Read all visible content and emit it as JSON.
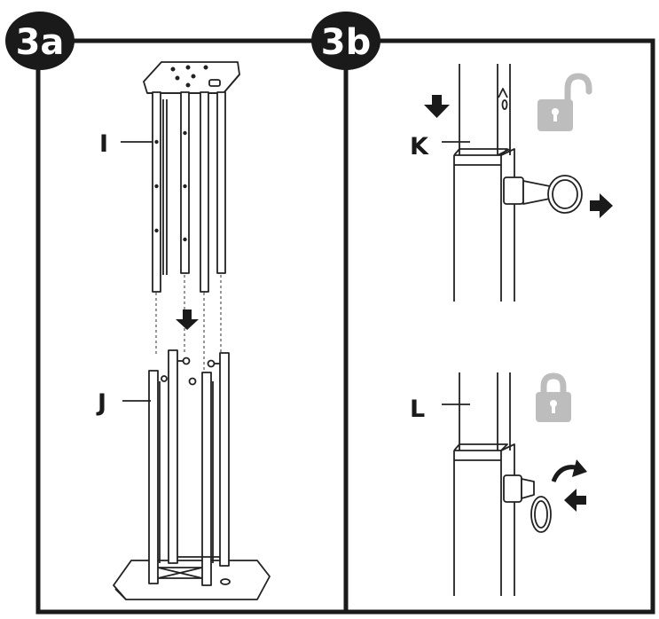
{
  "panels": {
    "left": {
      "badge": "3a",
      "callout_top": "I",
      "callout_bottom": "J"
    },
    "right": {
      "badge": "3b",
      "callout_top": "K",
      "callout_bottom": "L"
    }
  },
  "icons": {
    "top_lock": "unlocked-padlock-icon",
    "bottom_lock": "locked-padlock-icon",
    "arrows": [
      "arrow-down-icon",
      "arrow-right-icon",
      "arrow-left-icon",
      "rotate-arrow-icon"
    ]
  },
  "colors": {
    "frame": "#1a1a1a",
    "badge": "#1a1a1a",
    "padlock": "#bdbdbd",
    "line_art": "#222222"
  }
}
